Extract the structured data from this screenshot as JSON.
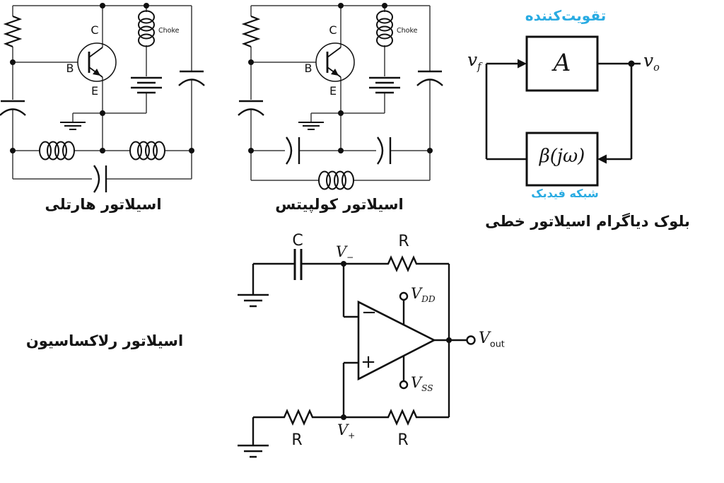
{
  "colors": {
    "accent": "#29abe2",
    "ink": "#141414"
  },
  "hartley": {
    "caption": "اسیلاتور هارتلی",
    "collector": "C",
    "base": "B",
    "emitter": "E",
    "choke": "Choke"
  },
  "colpitts": {
    "caption": "اسیلاتور کولپیتس",
    "collector": "C",
    "base": "B",
    "emitter": "E",
    "choke": "Choke"
  },
  "block_diagram": {
    "caption": "بلوک دیاگرام اسیلاتور خطی",
    "amplifier_label": "تقویت‌کننده",
    "feedback_label": "شبکه فیدبک",
    "gain_symbol": "A",
    "feedback_symbol": "β(jω)",
    "input_main": "v",
    "input_sub": "f",
    "output_main": "v",
    "output_sub": "o"
  },
  "relaxation": {
    "caption": "اسیلاتور رلاکساسیون",
    "cap_label": "C",
    "res_top": "R",
    "res_left": "R",
    "res_right": "R",
    "vminus_main": "V",
    "vminus_sub": "−",
    "vplus_main": "V",
    "vplus_sub": "+",
    "vdd_main": "V",
    "vdd_sub": "DD",
    "vss_main": "V",
    "vss_sub": "SS",
    "vout_main": "V",
    "vout_sub": "out",
    "minus": "−",
    "plus": "+"
  }
}
